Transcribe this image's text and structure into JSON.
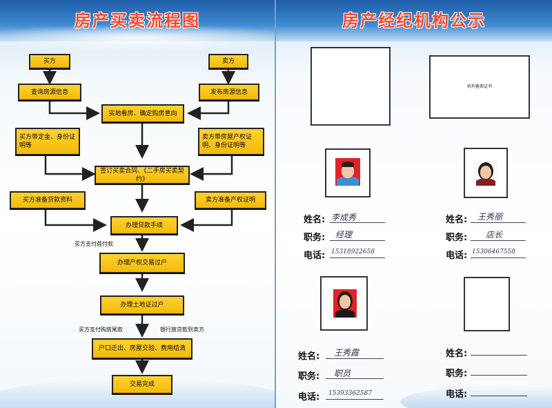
{
  "left_poster": {
    "title": "房产买卖流程图",
    "boxes": {
      "buyer": "买方",
      "seller": "卖方",
      "query_listings": "查询房源信息",
      "publish_listings": "发布房源信息",
      "view_house": "实地看房、确定购房意向",
      "buyer_docs": "买方带定金、身份证明等",
      "seller_docs": "卖方带房屋产权证明、身份证明等",
      "sign_contract": "签订买卖合同、《二手房买卖契约》",
      "buyer_loan": "买方准备贷款资料",
      "seller_cert": "卖方准备产权证明",
      "loan_process": "办理贷款手续",
      "transfer_ownership": "办理产权交易过户",
      "land_transfer": "办理土地证过户",
      "settlement": "户口迁出、房屋交验、费用结清",
      "complete": "交易完成"
    },
    "labels": {
      "down_payment": "买方支付首付款",
      "final_payment": "买方支付购房尾款",
      "bank_loan": "银行放贷款到卖方"
    },
    "colors": {
      "box": "#f5c211",
      "title": "#f24a2b",
      "banner": "#2f74c0"
    }
  },
  "right_poster": {
    "title": "房产经纪机构公示",
    "cert_label": "机构备案证书",
    "field_labels": {
      "name": "姓名:",
      "position": "职务:",
      "phone": "电话:"
    },
    "agents": [
      {
        "name": "李成秀",
        "position": "经理",
        "phone": "15318922658"
      },
      {
        "name": "王秀丽",
        "position": "店长",
        "phone": "15306467558"
      },
      {
        "name": "王秀霞",
        "position": "职员",
        "phone": "15393362587"
      },
      {
        "name": "",
        "position": "",
        "phone": ""
      }
    ]
  }
}
